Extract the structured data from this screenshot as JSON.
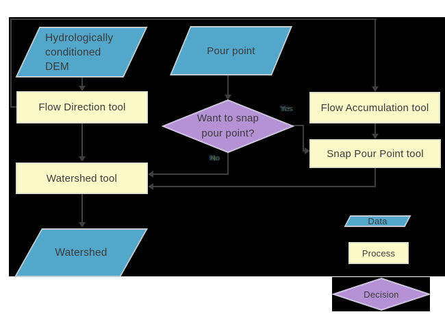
{
  "nodes": {
    "dem": {
      "label": "Hydrologically\nconditioned\nDEM",
      "type": "data"
    },
    "pour_point": {
      "label": "Pour point",
      "type": "data"
    },
    "flow_direction": {
      "label": "Flow Direction tool",
      "type": "process"
    },
    "flow_accumulation": {
      "label": "Flow Accumulation tool",
      "type": "process"
    },
    "decision": {
      "label": "Want to snap\npour point?",
      "type": "decision"
    },
    "snap_pour_point": {
      "label": "Snap Pour Point tool",
      "type": "process"
    },
    "watershed_tool": {
      "label": "Watershed tool",
      "type": "process"
    },
    "watershed": {
      "label": "Watershed",
      "type": "data"
    }
  },
  "edge_labels": {
    "yes": "Yes",
    "no": "No"
  },
  "legend": {
    "data_label": "Data",
    "process_label": "Process",
    "decision_label": "Decision"
  },
  "colors": {
    "canvas_bg": "#000000",
    "data_fill": "#52a7cb",
    "process_fill": "#fbfbc9",
    "decision_fill": "#b592d5",
    "connector": "#3f3f3f",
    "text": "#3b3b3b"
  }
}
